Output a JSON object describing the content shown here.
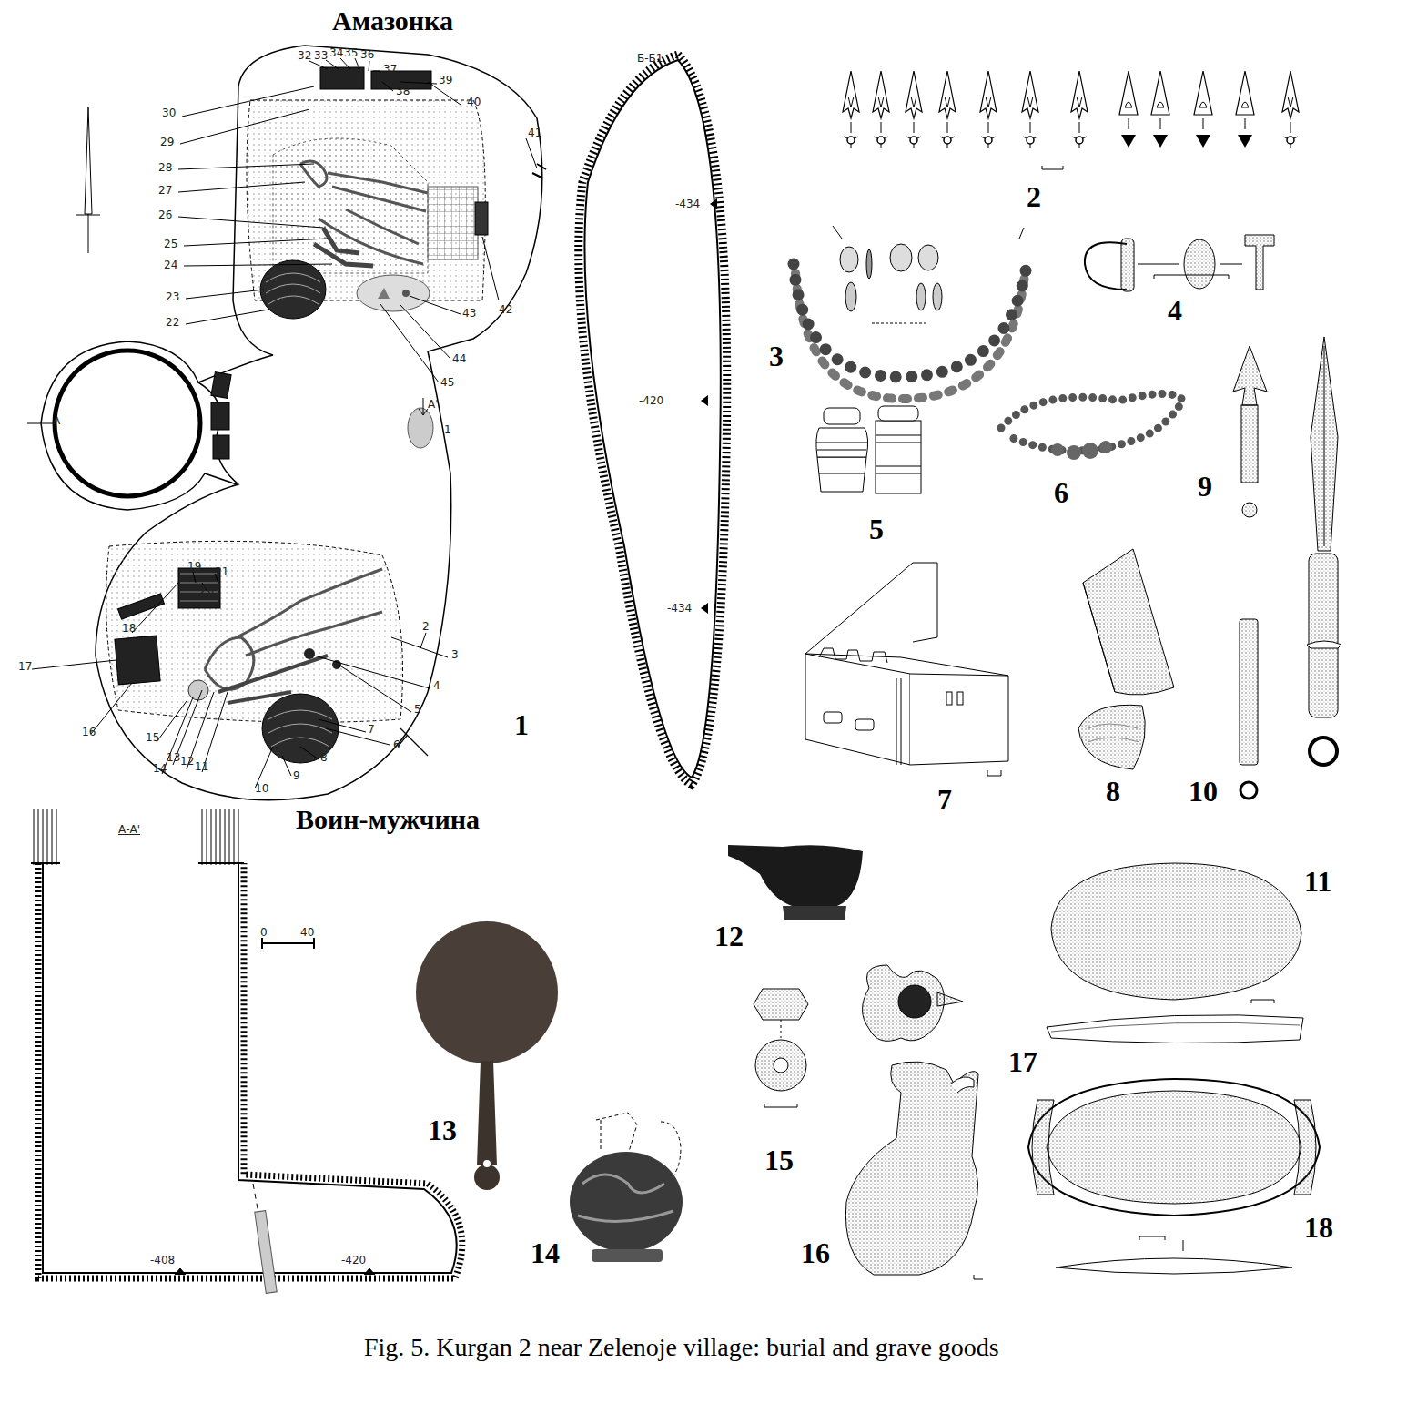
{
  "diagram": {
    "caption": "Fig. 5. Kurgan 2 near Zelenoje village: burial and grave goods",
    "labels": [
      "Амазонка",
      "32",
      "33",
      "34",
      "35",
      "36",
      "37",
      "38",
      "39",
      "40",
      "41",
      "30",
      "29",
      "28",
      "27",
      "26",
      "25",
      "24",
      "23",
      "22",
      "42",
      "43",
      "44",
      "45",
      "А",
      "А'",
      "1",
      "2",
      "3",
      "4",
      "5",
      "6",
      "7",
      "8",
      "9",
      "10",
      "11",
      "12",
      "13",
      "14",
      "15",
      "16",
      "17",
      "18",
      "19",
      "20",
      "21",
      "Б-Б1",
      "-434",
      "-420",
      "-434",
      "1",
      "Воин-мужчина",
      "А-А'",
      "0",
      "40",
      "-408",
      "-420",
      "2",
      "3",
      "4",
      "5",
      "6",
      "9",
      "7",
      "8",
      "10",
      "11",
      "12",
      "13",
      "15",
      "14",
      "16",
      "17",
      "18"
    ]
  }
}
